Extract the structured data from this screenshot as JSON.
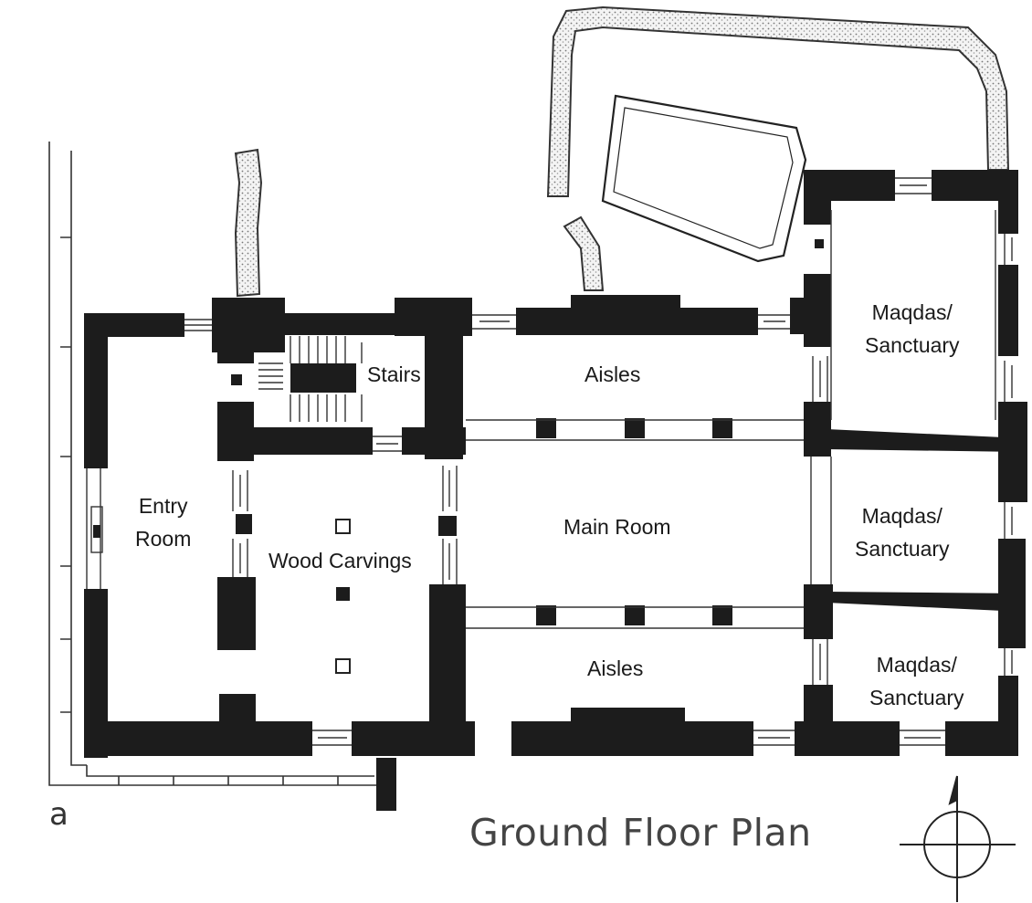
{
  "figure_letter": "a",
  "title": "Ground Floor Plan",
  "rooms": {
    "stairs": "Stairs",
    "aisles_top": "Aisles",
    "aisles_bottom": "Aisles",
    "main_room": "Main Room",
    "entry_room": "Entry\nRoom",
    "wood_carvings": "Wood Carvings",
    "sanctuary_top": "Maqdas/\nSanctuary",
    "sanctuary_middle": "Maqdas/\nSanctuary",
    "sanctuary_bottom": "Maqdas/\nSanctuary"
  },
  "colors": {
    "wall": "#1c1c1c",
    "paper": "#ffffff",
    "line": "#333333"
  },
  "icons": [
    "north-arrow-icon",
    "pool-icon",
    "stipple-wall-icon"
  ]
}
